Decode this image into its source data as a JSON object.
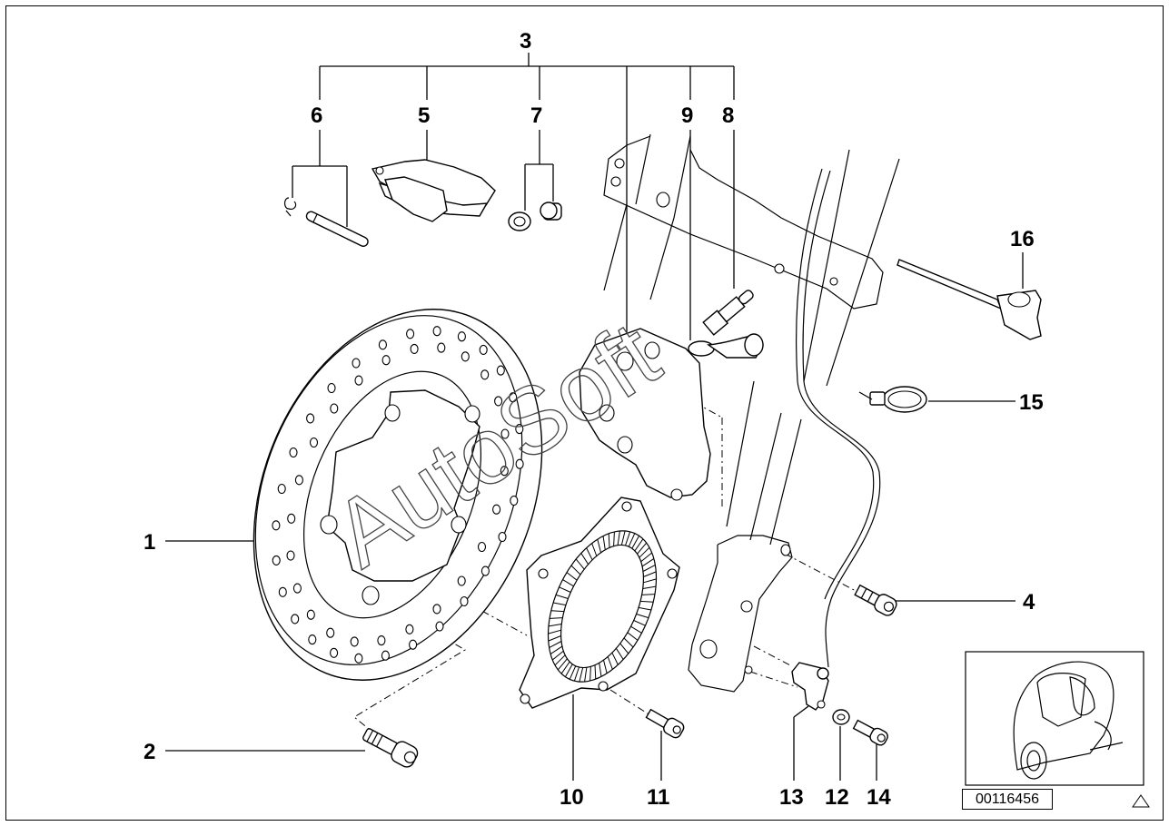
{
  "callouts": {
    "c1": "1",
    "c2": "2",
    "c3": "3",
    "c4": "4",
    "c5": "5",
    "c6": "6",
    "c7": "7",
    "c8": "8",
    "c9": "9",
    "c10": "10",
    "c11": "11",
    "c12": "12",
    "c13": "13",
    "c14": "14",
    "c15": "15",
    "c16": "16"
  },
  "watermark": "AutoSoft",
  "document_number": "00116456",
  "colors": {
    "line": "#000000",
    "background": "#ffffff",
    "watermark": "#444444"
  },
  "icons": {
    "corner_mark": "triangle-warning-outline",
    "vehicle_thumbnail": "scooter-illustration"
  }
}
